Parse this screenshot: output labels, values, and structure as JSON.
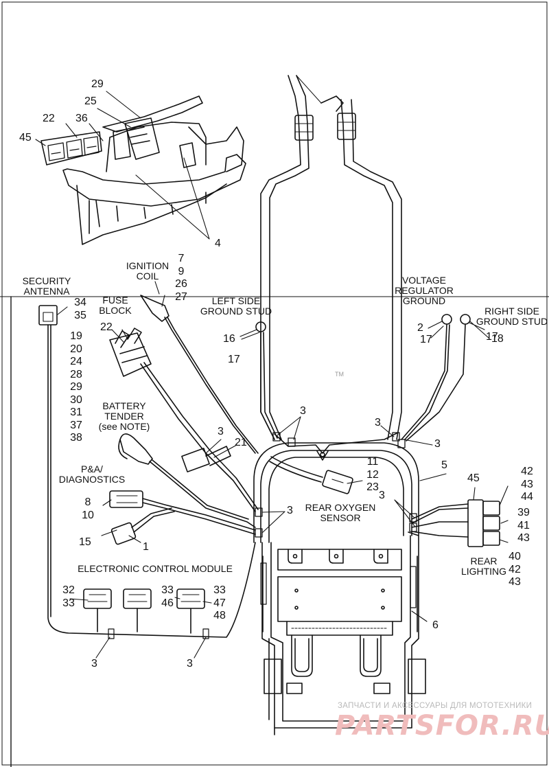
{
  "labels": {
    "security_antenna": [
      "SECURITY",
      "ANTENNA"
    ],
    "ignition_coil": [
      "IGNITION",
      "COIL"
    ],
    "fuse_block": [
      "FUSE",
      "BLOCK"
    ],
    "left_side_ground_stud": [
      "LEFT SIDE",
      "GROUND STUD"
    ],
    "voltage_regulator_ground": [
      "VOLTAGE",
      "REGULATOR",
      "GROUND"
    ],
    "right_side_ground_stud": [
      "RIGHT SIDE",
      "GROUND STUD"
    ],
    "battery_tender": [
      "BATTERY",
      "TENDER",
      "(see NOTE)"
    ],
    "pa_diagnostics": [
      "P&A/",
      "DIAGNOSTICS"
    ],
    "rear_oxygen_sensor": [
      "REAR OXYGEN",
      "SENSOR"
    ],
    "electronic_control_module": "ELECTRONIC CONTROL MODULE",
    "rear_lighting": [
      "REAR",
      "LIGHTING"
    ]
  },
  "callouts": {
    "c29": "29",
    "c25": "25",
    "c22a": "22",
    "c36": "36",
    "c45a": "45",
    "c4": "4",
    "ignition_parts": [
      "7",
      "9",
      "26",
      "27"
    ],
    "antenna_parts": [
      "34",
      "35"
    ],
    "c22b": "22",
    "fuse_parts": [
      "19",
      "20",
      "24",
      "28",
      "29",
      "30",
      "31",
      "37",
      "38"
    ],
    "c16": "16",
    "c17a": "17",
    "c2": "2",
    "c18": "18",
    "c17b": "17",
    "c17c": "17",
    "c3a": "3",
    "c3b": "3",
    "c3c": "3",
    "c3d": "3",
    "c3e": "3",
    "c3f": "3",
    "c3g": "3",
    "c3h": "3",
    "c21": "21",
    "c5": "5",
    "o2_parts": [
      "11",
      "12",
      "23"
    ],
    "c45b": "45",
    "lighting_a": [
      "42",
      "43",
      "44"
    ],
    "lighting_b": [
      "39",
      "41",
      "43"
    ],
    "lighting_c": [
      "40",
      "42",
      "43"
    ],
    "diag_parts": [
      "8",
      "10"
    ],
    "c15": "15",
    "c1": "1",
    "ecm_a": [
      "32",
      "33"
    ],
    "ecm_b": [
      "33",
      "46"
    ],
    "ecm_c": [
      "33",
      "47",
      "48"
    ],
    "c6": "6"
  },
  "watermark": {
    "tagline": "ЗАПЧАСТИ И АКСЕССУАРЫ ДЛЯ МОТОТЕХНИКИ",
    "logo": "PARTSFOR.RU"
  },
  "tm_mark": "TM",
  "line_color": "#111111"
}
